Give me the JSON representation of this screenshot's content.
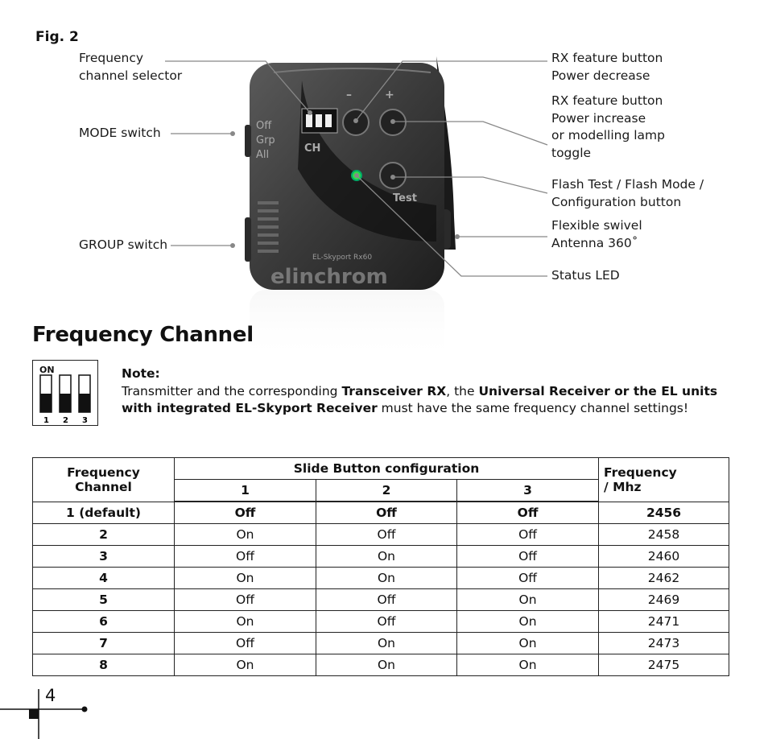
{
  "figure": {
    "label": "Fig. 2",
    "callouts": {
      "frequency_selector": [
        "Frequency",
        "channel selector"
      ],
      "mode_switch": "MODE switch",
      "group_switch": "GROUP switch",
      "rx_power_decrease": [
        "RX feature button",
        "Power decrease"
      ],
      "rx_power_increase": [
        "RX feature button",
        "Power increase",
        "or modelling lamp",
        "toggle"
      ],
      "flash_test": [
        "Flash Test / Flash Mode /",
        "Configuration button"
      ],
      "antenna": [
        "Flexible swivel",
        "Antenna 360˚"
      ],
      "status_led": "Status LED"
    },
    "device_labels": {
      "mode_off": "Off",
      "mode_grp": "Grp",
      "mode_all": "All",
      "ch": "CH",
      "minus": "–",
      "plus": "+",
      "test": "Test",
      "model": "EL-Skyport Rx60",
      "brand": "elinchrom"
    }
  },
  "section": {
    "title": "Frequency Channel",
    "dip_icon": {
      "on_label": "ON",
      "numbers": [
        "1",
        "2",
        "3"
      ]
    },
    "note": {
      "heading": "Note:",
      "t1": "Transmitter and the corresponding ",
      "b1": "Transceiver RX",
      "t2": ", the ",
      "b2": "Universal Receiver or the EL units with integrated EL-Skyport Receiver",
      "t3": " must have the same frequency channel settings!"
    }
  },
  "table": {
    "headers": {
      "channel": [
        "Frequency",
        "Channel"
      ],
      "config": "Slide Button configuration",
      "frequency": [
        "Frequency",
        "/ Mhz"
      ],
      "slide_numbers": [
        "1",
        "2",
        "3"
      ]
    },
    "rows": [
      [
        "1 (default)",
        "Off",
        "Off",
        "Off",
        "2456"
      ],
      [
        "2",
        "On",
        "Off",
        "Off",
        "2458"
      ],
      [
        "3",
        "Off",
        "On",
        "Off",
        "2460"
      ],
      [
        "4",
        "On",
        "On",
        "Off",
        "2462"
      ],
      [
        "5",
        "Off",
        "Off",
        "On",
        "2469"
      ],
      [
        "6",
        "On",
        "Off",
        "On",
        "2471"
      ],
      [
        "7",
        "Off",
        "On",
        "On",
        "2473"
      ],
      [
        "8",
        "On",
        "On",
        "On",
        "2475"
      ]
    ]
  },
  "page_number": "4"
}
